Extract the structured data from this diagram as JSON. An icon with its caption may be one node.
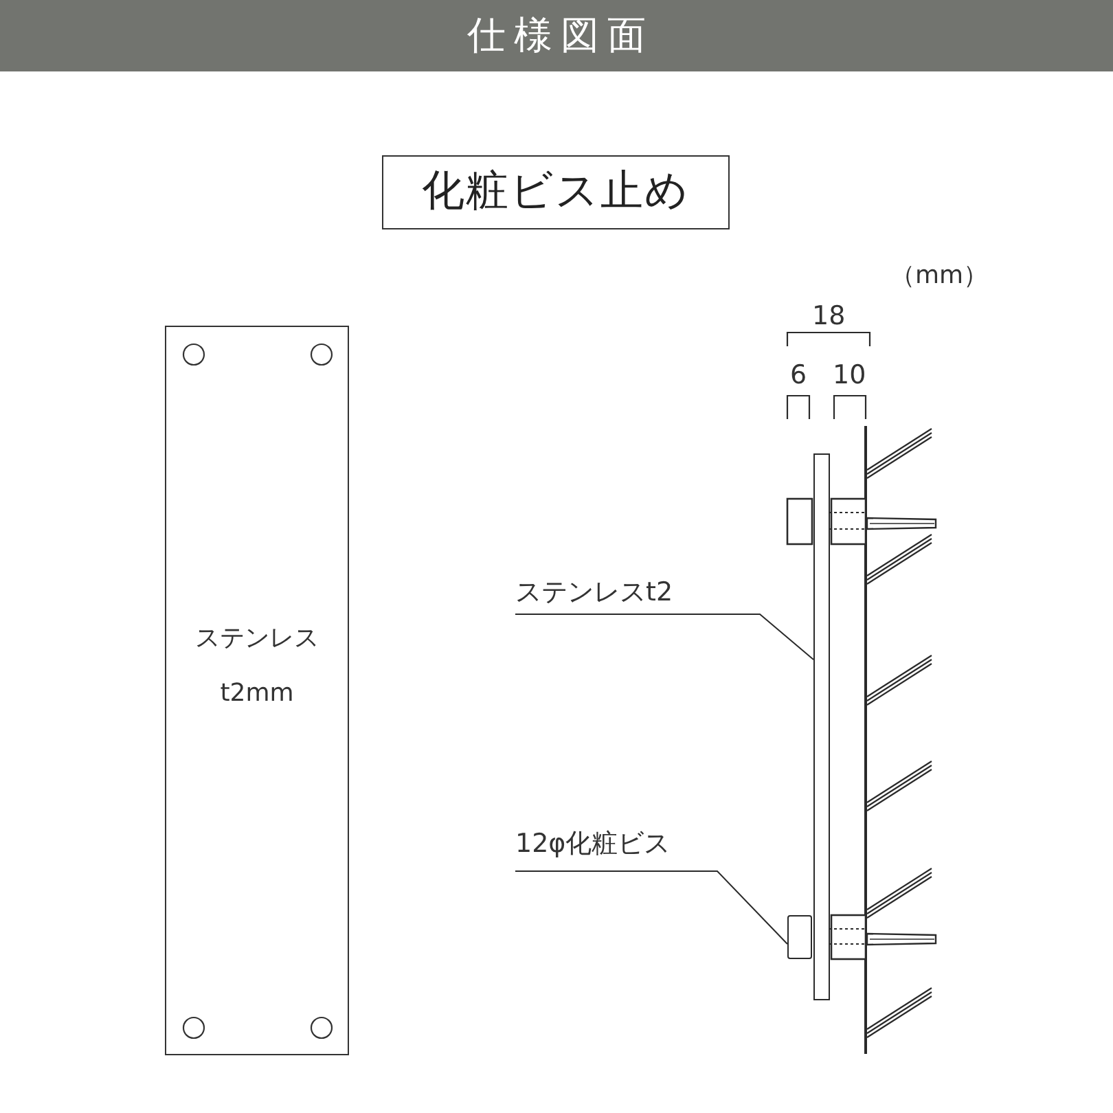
{
  "diagram": {
    "nodes": [
      {
        "text": [
          "仕様図面"
        ]
      },
      {
        "text": [
          "化粧ビス止め"
        ]
      },
      {
        "text": [
          "ステンレス",
          "t2mm"
        ]
      },
      {
        "text": [
          "ステンレスt2"
        ]
      },
      {
        "text": [],
        "shape": "bar"
      },
      {
        "text": [
          "12φ化粧ビス"
        ]
      },
      {
        "text": [],
        "shape": "box"
      }
    ],
    "edges": [
      {
        "from": 3,
        "to": 4,
        "arrow": "none"
      },
      {
        "from": 5,
        "to": 6,
        "arrow": "none"
      }
    ],
    "labels": [
      "（mm）",
      "18",
      "6",
      "10"
    ]
  }
}
